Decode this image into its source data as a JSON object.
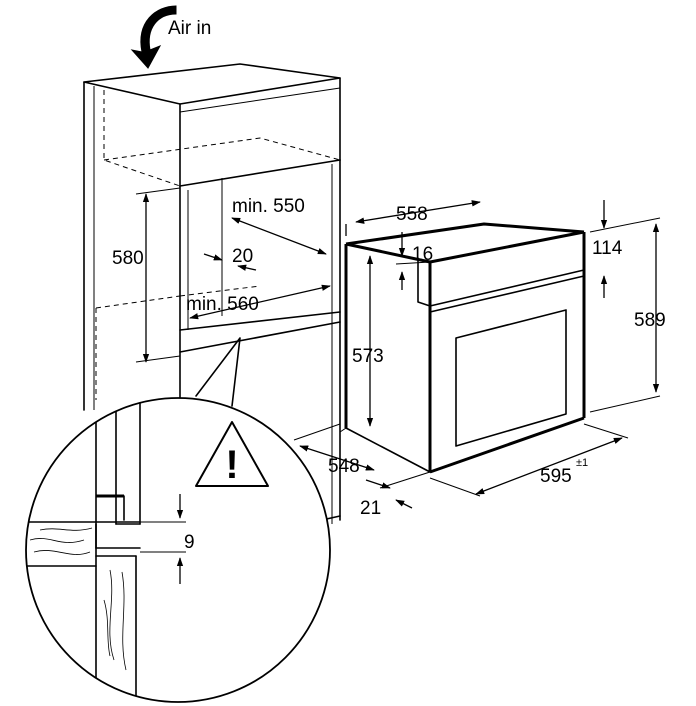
{
  "airflow": {
    "label": "Air in",
    "icon": "curved-arrow-down-icon"
  },
  "dimensions": {
    "niche_height": "580",
    "niche_depth": "min. 550",
    "niche_width": "min. 560",
    "rear_gap": "20",
    "oven_depth": "558",
    "top_offset": "16",
    "panel_height": "114",
    "overall_height": "589",
    "body_height": "573",
    "depth_with_door": "548",
    "door_thickness": "21",
    "width": "595",
    "width_tolerance": "±1",
    "shelf_gap": "9"
  },
  "warning": {
    "icon": "warning-triangle-icon",
    "symbol": "!"
  }
}
